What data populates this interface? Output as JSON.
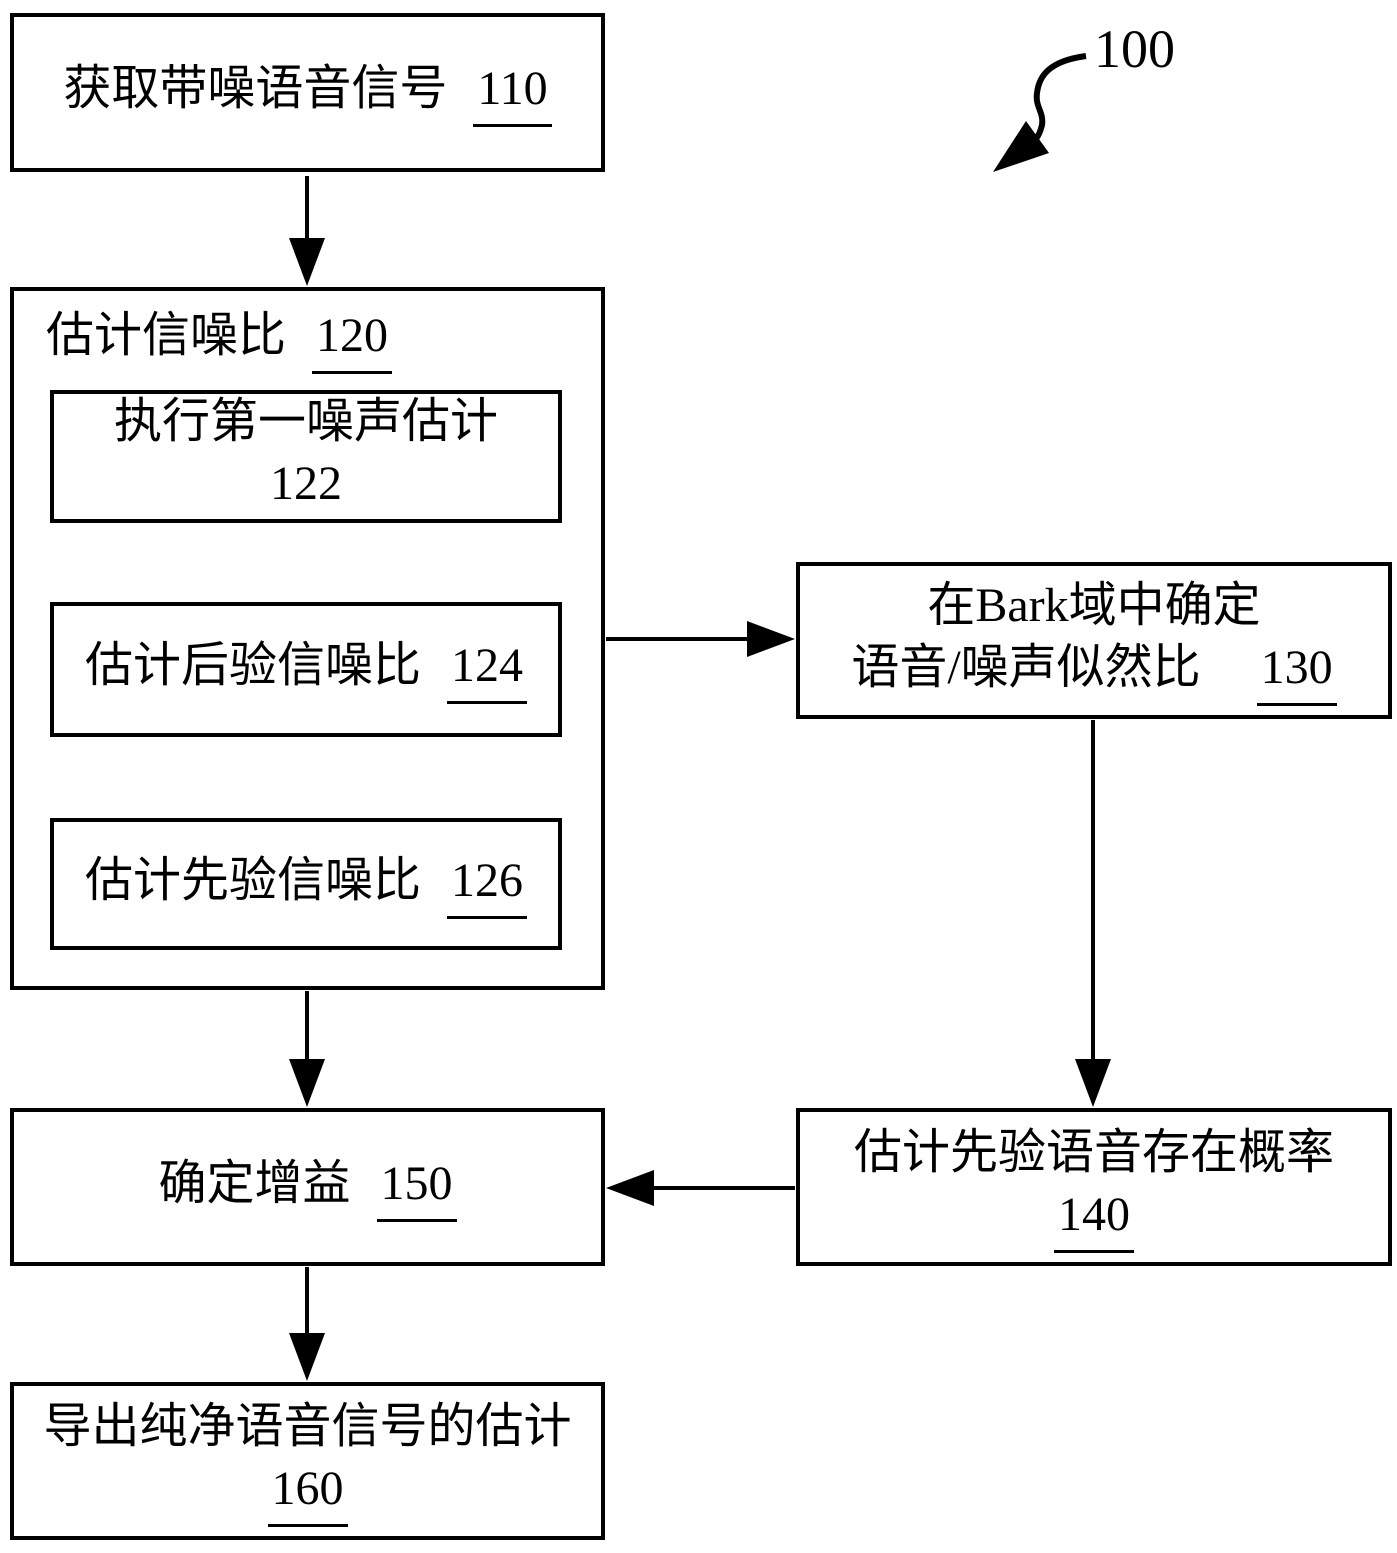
{
  "figure_label": {
    "number": "100"
  },
  "nodes": {
    "n110": {
      "line1": "获取带噪语音信号",
      "number": "110"
    },
    "n120": {
      "line1": "估计信噪比",
      "number": "120"
    },
    "n122": {
      "line1": "执行第一噪声估计",
      "number": "122"
    },
    "n124": {
      "line1": "估计后验信噪比",
      "number": "124"
    },
    "n126": {
      "line1": "估计先验信噪比",
      "number": "126"
    },
    "n130": {
      "line1": "在Bark域中确定",
      "line2": "语音/噪声似然比",
      "number": "130"
    },
    "n140": {
      "line1": "估计先验语音存在概率",
      "number": "140"
    },
    "n150": {
      "line1": "确定增益",
      "number": "150"
    },
    "n160": {
      "line1": "导出纯净语音信号的估计",
      "number": "160"
    }
  },
  "colors": {
    "line": "#000000",
    "background": "#ffffff"
  }
}
